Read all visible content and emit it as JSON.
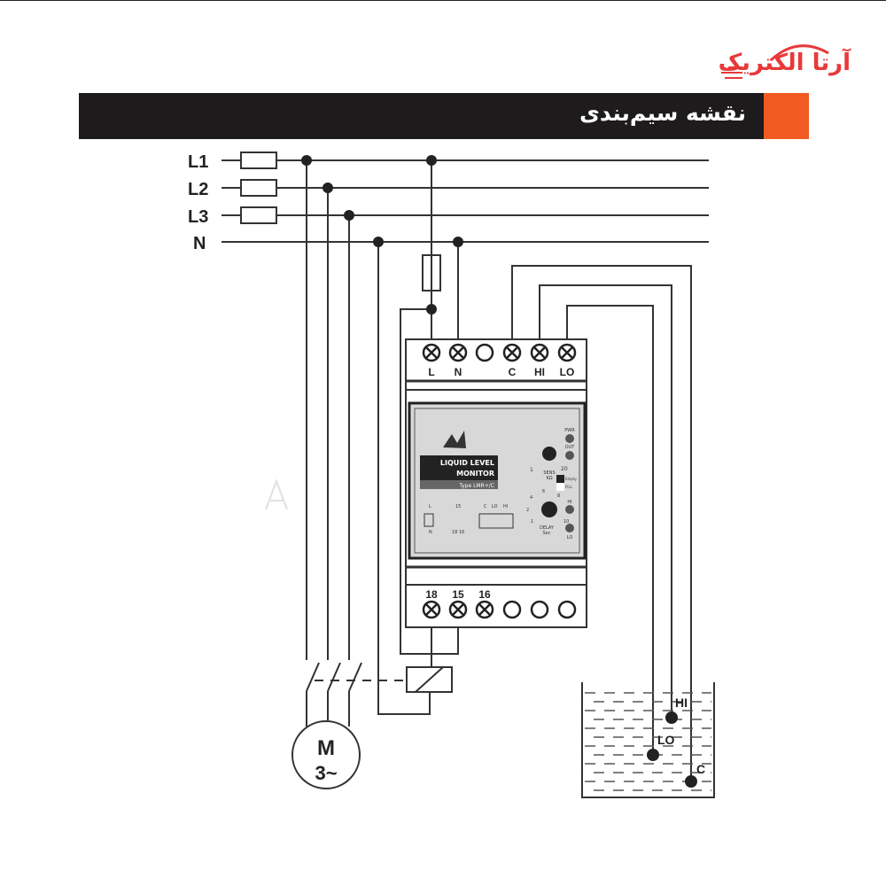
{
  "logo": {
    "text": "آرتا الکتریک",
    "color": "#e8393a"
  },
  "header": {
    "title": "نقشه سیم‌بندی",
    "bar_color": "#1e1b1c",
    "accent_color": "#f15a22"
  },
  "lines": [
    "L1",
    "L2",
    "L3",
    "N"
  ],
  "device": {
    "top_terminals": [
      "L",
      "N",
      "",
      "C",
      "HI",
      "LO"
    ],
    "bottom_terminals": [
      "18",
      "15",
      "16",
      "",
      "",
      ""
    ],
    "panel": {
      "title_line1": "LIQUID LEVEL",
      "title_line2": "MONITOR",
      "type": "Type LMR+/C",
      "sens_label": "SENS",
      "sens_unit": "KΩ",
      "sens_min": "1",
      "sens_max": "20",
      "delay_label": "DELAY",
      "delay_unit": "Sec",
      "delay_ticks": [
        "1",
        "2",
        "4",
        "6",
        "8",
        "10"
      ],
      "leds": [
        "PWR",
        "OUT",
        "HI",
        "LO"
      ],
      "switch_labels": [
        "Empty",
        "FILL"
      ],
      "relay_labels": [
        "L",
        "N",
        "15",
        "18",
        "16"
      ],
      "probe_labels": [
        "C",
        "LO",
        "HI"
      ]
    }
  },
  "motor": {
    "line1": "M",
    "line2": "3~"
  },
  "tank": {
    "probes": [
      "HI",
      "LO",
      "C"
    ]
  }
}
